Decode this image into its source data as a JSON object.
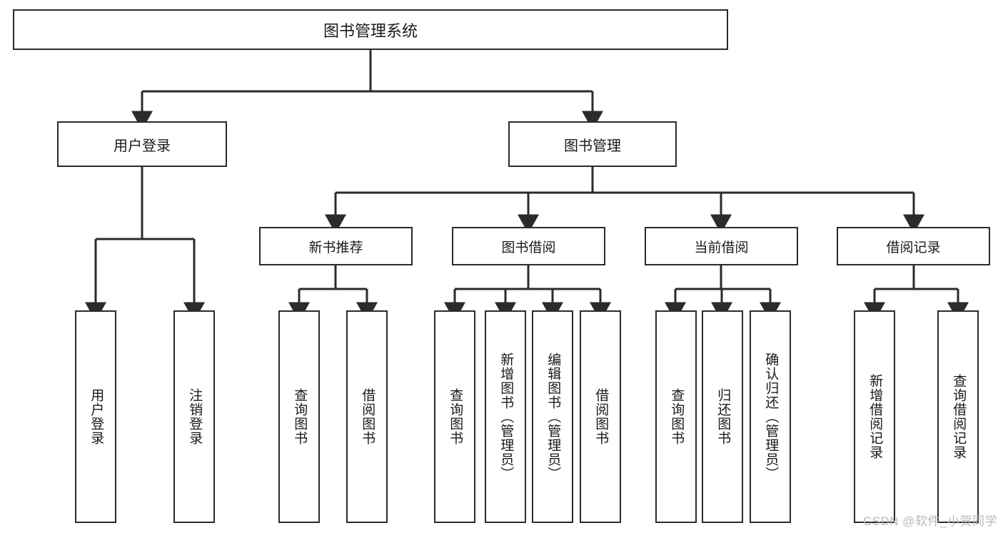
{
  "diagram": {
    "title": "图书管理系统",
    "type": "hierarchy-tree",
    "root": {
      "label": "图书管理系统"
    },
    "level1": [
      {
        "label": "用户登录"
      },
      {
        "label": "图书管理"
      }
    ],
    "level2": [
      {
        "label": "新书推荐"
      },
      {
        "label": "图书借阅"
      },
      {
        "label": "当前借阅"
      },
      {
        "label": "借阅记录"
      }
    ],
    "leaves": {
      "user_login": [
        {
          "label": "用户登录"
        },
        {
          "label": "注销登录"
        }
      ],
      "new_book_recommend": [
        {
          "label": "查询图书"
        },
        {
          "label": "借阅图书"
        }
      ],
      "book_borrow": [
        {
          "label": "查询图书"
        },
        {
          "label": "新增图书（管理员）"
        },
        {
          "label": "编辑图书（管理员）"
        },
        {
          "label": "借阅图书"
        }
      ],
      "current_borrow": [
        {
          "label": "查询图书"
        },
        {
          "label": "归还图书"
        },
        {
          "label": "确认归还（管理员）"
        }
      ],
      "borrow_record": [
        {
          "label": "新增借阅记录"
        },
        {
          "label": "查询借阅记录"
        }
      ]
    },
    "watermark": "CSDN @软件_小贺同学",
    "colors": {
      "border": "#2b2b2b",
      "text": "#1a1a1a",
      "background": "#ffffff",
      "watermark": "#b9b9b9"
    }
  }
}
